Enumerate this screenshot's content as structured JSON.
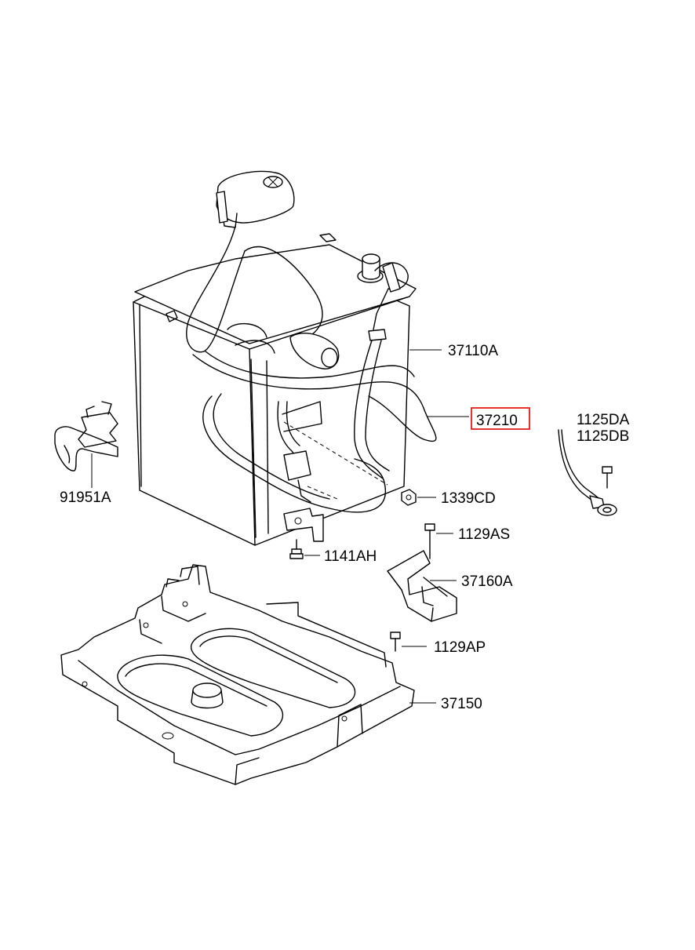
{
  "highlight_color": "#e00000",
  "callouts": [
    {
      "id": "37110A",
      "text": "37110A"
    },
    {
      "id": "37210",
      "text": "37210",
      "highlighted": true
    },
    {
      "id": "1125DA",
      "text": "1125DA"
    },
    {
      "id": "1125DB",
      "text": "1125DB"
    },
    {
      "id": "91951A",
      "text": "91951A"
    },
    {
      "id": "1339CD",
      "text": "1339CD"
    },
    {
      "id": "1129AS",
      "text": "1129AS"
    },
    {
      "id": "1141AH",
      "text": "1141AH"
    },
    {
      "id": "37160A",
      "text": "37160A"
    },
    {
      "id": "1129AP",
      "text": "1129AP"
    },
    {
      "id": "37150",
      "text": "37150"
    }
  ]
}
